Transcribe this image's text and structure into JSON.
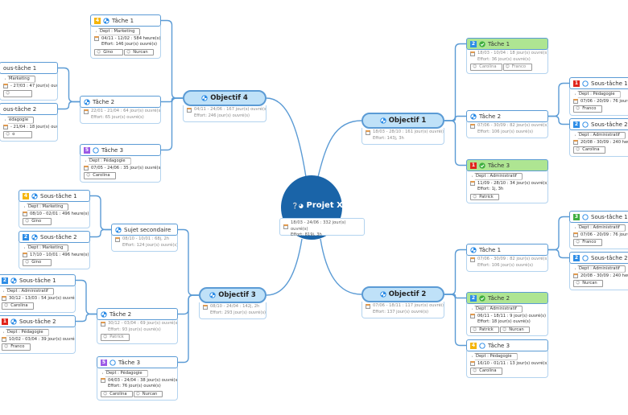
{
  "colors": {
    "accent": "#5b9bd5",
    "root_fill": "#1a64a8",
    "objective_fill": "#bfe1f8",
    "done_fill": "#aee592",
    "priority": {
      "1": "#e0241c",
      "2": "#2c8ce6",
      "3": "#3fae3f",
      "4": "#f5b50a",
      "5": "#9b59e6"
    }
  },
  "map": {
    "title": "Projet X",
    "icons": [
      "help-icon",
      "progress-icon"
    ],
    "dates": "18/03 - 24/06 : 332 jour(s) ouvré(s)",
    "effort": "Effort: 819j, 3h",
    "children": [
      {
        "title": "Objectif 1",
        "status": "partial",
        "dates": "18/03 - 28/10 : 161 jour(s) ouvré(s)",
        "effort": "Effort: 143j, 3h",
        "children": [
          {
            "title": "Tâche 1",
            "priority": 2,
            "status": "done",
            "dates": "18/03 - 10/04 : 18 jour(s) ouvré(s)",
            "effort": "Effort: 36 jour(s) ouvré(s)",
            "people": [
              "Carolina",
              "Franco"
            ]
          },
          {
            "title": "Tâche 2",
            "status": "partial",
            "dates": "07/06 - 30/09 : 82 jour(s) ouvré(s)",
            "effort": "Effort: 106 jour(s) ouvré(s)",
            "children": [
              {
                "title": "Sous-tâche 1",
                "priority": 1,
                "status": "none",
                "dept": "Dept : Pédagogie",
                "dates": "07/06 - 20/09 : 76 jour(s",
                "people": [
                  "Franco"
                ]
              },
              {
                "title": "Sous-tâche 2",
                "priority": 2,
                "status": "none",
                "dept": "Dept : Administratif",
                "dates": "20/08 - 30/09 : 240 heure",
                "people": [
                  "Carolina"
                ]
              }
            ]
          },
          {
            "title": "Tâche 3",
            "priority": 1,
            "status": "done",
            "dept": "Dept : Administratif",
            "dates": "11/09 - 28/10 : 34 jour(s) ouvré(s)",
            "effort": "Effort: 1j, 3h",
            "people": [
              "Patrick"
            ]
          }
        ]
      },
      {
        "title": "Objectif 2",
        "status": "partial",
        "dates": "07/06 - 18/11 : 117 jour(s) ouvré(s)",
        "effort": "Effort: 137 jour(s) ouvré(s)",
        "children": [
          {
            "title": "Tâche 1",
            "status": "partial",
            "dates": "07/06 - 30/09 : 82 jour(s) ouvré(s)",
            "effort": "Effort: 106 jour(s) ouvré(s)",
            "children": [
              {
                "title": "Sous-tâche 1",
                "priority": 3,
                "status": "none",
                "dept": "Dept : Administratif",
                "dates": "07/06 - 20/09 : 76 jour(s",
                "people": [
                  "Franco"
                ]
              },
              {
                "title": "Sous-tâche 2",
                "priority": 2,
                "status": "none",
                "dept": "Dept : Administratif",
                "dates": "20/08 - 30/09 : 240 heur",
                "people": [
                  "Nurcan"
                ]
              }
            ]
          },
          {
            "title": "Tâche 2",
            "priority": 2,
            "status": "done",
            "dept": "Dept : Administratif",
            "dates": "06/11 - 18/11 : 9 jour(s) ouvré(s)",
            "effort": "Effort: 18 jour(s) ouvré(s)",
            "people": [
              "Patrick",
              "Nurcan"
            ]
          },
          {
            "title": "Tâche 3",
            "priority": 4,
            "status": "none",
            "dept": "Dept : Pédagogie",
            "dates": "16/10 - 01/11 : 13 jour(s) ouvré(s)",
            "people": [
              "Carolina"
            ]
          }
        ]
      },
      {
        "title": "Objectif 3",
        "status": "partial",
        "dates": "08/10 - 24/04 : 142j, 2h",
        "effort": "Effort: 293 jour(s) ouvré(s)",
        "children": [
          {
            "title": "Sujet secondaire",
            "status": "partial",
            "dates": "08/10 - 10/01 : 68j, 2h",
            "effort": "Effort: 124 jour(s) ouvré(s)",
            "children": [
              {
                "title": "Sous-tâche 1",
                "priority": 4,
                "status": "partial",
                "dept": "Dept : Marketing",
                "dates": "08/10 - 02/01 : 496 heure(s)",
                "people": [
                  "Gino"
                ]
              },
              {
                "title": "Sous-tâche 2",
                "priority": 2,
                "status": "partial",
                "dept": "Dept : Marketing",
                "dates": "17/10 - 10/01 : 496 heure(s)",
                "people": [
                  "Gino"
                ]
              }
            ]
          },
          {
            "title": "Tâche 2",
            "status": "partial",
            "dates": "30/12 - 03/04 : 69 jour(s) ouvré(s)",
            "effort": "Effort: 93 jour(s) ouvré(s)",
            "people": [
              "Patrick"
            ],
            "children": [
              {
                "title": "Sous-tâche 1",
                "priority": 2,
                "status": "partial",
                "dept": "Dept : Administratif",
                "dates": "30/12 - 13/03 : 54 jour(s) ouvré(s)",
                "people": [
                  "Carolina"
                ]
              },
              {
                "title": "Sous-tâche 2",
                "priority": 1,
                "status": "partial",
                "dept": "Dept : Pédagogie",
                "dates": "10/02 - 03/04 : 39 jour(s) ouvré(s)",
                "people": [
                  "Franco"
                ]
              }
            ]
          },
          {
            "title": "Tâche 3",
            "priority": 5,
            "status": "none",
            "dept": "Dept : Pédagogie",
            "dates": "04/03 - 24/04 : 38 jour(s) ouvré(s)",
            "effort": "Effort: 76 jour(s) ouvré(s)",
            "people": [
              "Carolina",
              "Nurcan"
            ]
          }
        ]
      },
      {
        "title": "Objectif 4",
        "status": "partial",
        "dates": "04/11 - 24/06 : 167 jour(s) ouvré(s)",
        "effort": "Effort: 246 jour(s) ouvré(s)",
        "children": [
          {
            "title": "Tâche 1",
            "priority": 4,
            "status": "partial",
            "dept": "Dept : Marketing",
            "dates": "04/11 - 12/02 : 584 heure(s)",
            "effort": "Effort: 146 jour(s) ouvré(s)",
            "people": [
              "Gino",
              "Nurcan"
            ]
          },
          {
            "title": "Tâche 2",
            "status": "partial",
            "dates": "22/01 - 21/04 : 64 jour(s) ouvré(s)",
            "effort": "Effort: 65 jour(s) ouvré(s)",
            "children": [
              {
                "title": "ous-tâche 1",
                "dept": "Marketing",
                "dates": "- 27/03 : 47 jour(s) ouvré(s)",
                "people": [
                  ""
                ]
              },
              {
                "title": "ous-tâche 2",
                "dept": "édagogie",
                "dates": "- 21/04 : 18 jour(s) ouvré(s)",
                "people": [
                  "o"
                ]
              }
            ]
          },
          {
            "title": "Tâche 3",
            "priority": 5,
            "status": "none",
            "dept": "Dept : Pédagogie",
            "dates": "07/05 - 24/06 : 35 jour(s) ouvré(s)",
            "people": [
              "Carolina"
            ]
          }
        ]
      }
    ]
  }
}
